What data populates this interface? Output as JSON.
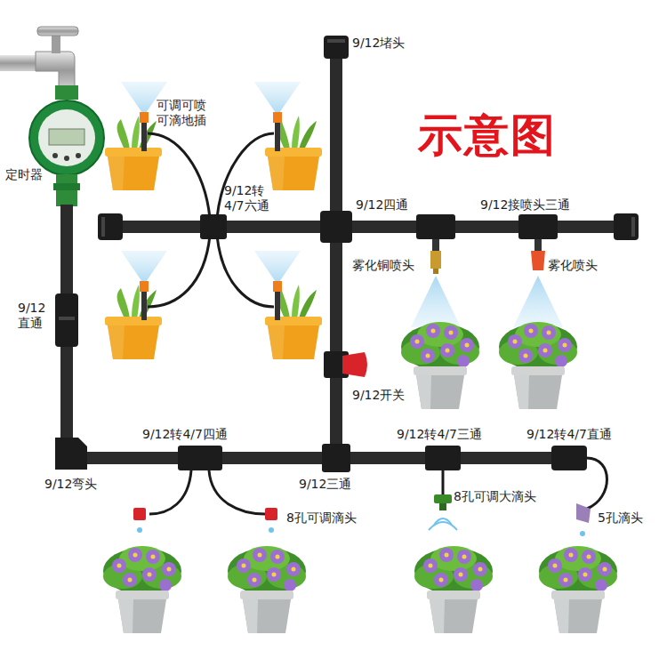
{
  "diagram": {
    "title": "示意图",
    "labels": [
      "9/12堵头",
      "可调可喷 可滴地插",
      "定时器",
      "9/12转 4/7六通",
      "9/12四通",
      "9/12接喷头三通",
      "雾化铜喷头",
      "雾化喷头",
      "9/12 直通",
      "9/12开关",
      "9/12弯头",
      "9/12转4/7四通",
      "9/12三通",
      "9/12转4/7三通",
      "9/12转4/7直通",
      "8孔可调滴头",
      "8孔可调大滴头",
      "5孔滴头"
    ]
  }
}
